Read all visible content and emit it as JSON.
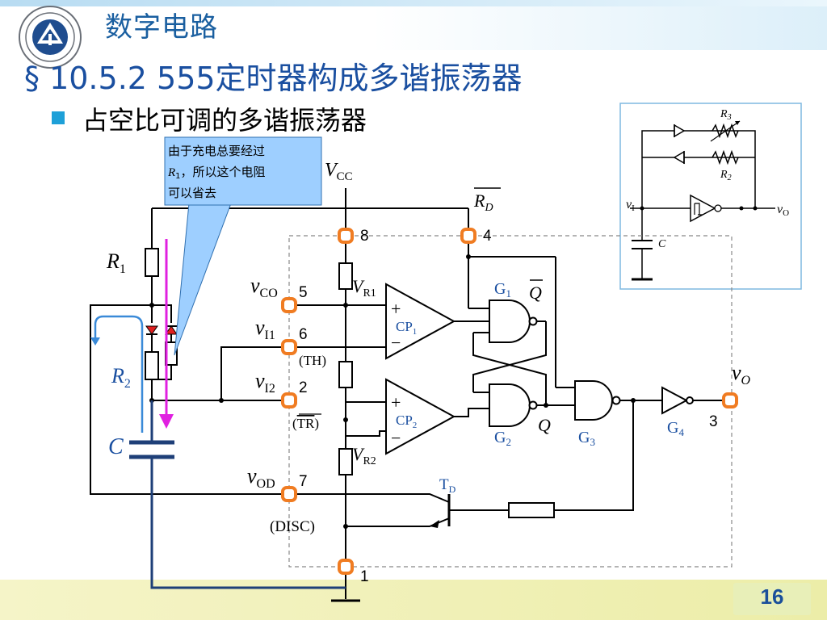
{
  "header": {
    "course_title": "数字电路",
    "section_title": "§ 10.5.2  555定时器构成多谐振荡器",
    "bullet": "占空比可调的多谐振荡器"
  },
  "callout": {
    "line1": "由于充电总要经过",
    "line2_var": "R",
    "line2_sub": "1",
    "line2_rest": "，所以这个电阻",
    "line3": "可以省去"
  },
  "labels": {
    "vcc_main": "V",
    "vcc_sub": "CC",
    "rd_main": "R",
    "rd_sub": "D",
    "r1_main": "R",
    "r1_sub": "1",
    "r2_main": "R",
    "r2_sub": "2",
    "c": "C",
    "vco_main": "v",
    "vco_sub": "CO",
    "vi1_main": "v",
    "vi1_sub": "I1",
    "vi2_main": "v",
    "vi2_sub": "I2",
    "vod_main": "v",
    "vod_sub": "OD",
    "vo_main": "v",
    "vo_sub": "O",
    "vr1_main": "V",
    "vr1_sub": "R1",
    "vr2_main": "V",
    "vr2_sub": "R2",
    "th": "(TH)",
    "tr_open": "(",
    "tr_text": "TR",
    "tr_close": ")",
    "disc": "(DISC)",
    "cp1_main": "CP",
    "cp1_sub": "1",
    "cp2_main": "CP",
    "cp2_sub": "2",
    "plus": "+",
    "minus": "−",
    "g1_main": "G",
    "g1_sub": "1",
    "g2_main": "G",
    "g2_sub": "2",
    "g3_main": "G",
    "g3_sub": "3",
    "g4_main": "G",
    "g4_sub": "4",
    "qbar": "Q",
    "q": "Q",
    "td_main": "T",
    "td_sub": "D"
  },
  "pins": {
    "p8": "8",
    "p4": "4",
    "p5": "5",
    "p6": "6",
    "p2": "2",
    "p7": "7",
    "p1": "1",
    "p3": "3"
  },
  "inset": {
    "r3_main": "R",
    "r3_sub": "3",
    "r2_main": "R",
    "r2_sub": "2",
    "vi_main": "v",
    "vi_sub": "I",
    "vo_main": "v",
    "vo_sub": "O",
    "c": "C"
  },
  "footer": {
    "page_number": "16"
  },
  "colors": {
    "accent_blue": "#1a4fa0",
    "pin_orange": "#f07c22",
    "discharge_wire": "#1e3f78",
    "charge_arrow": "#e020e0",
    "callout_fill": "#9ecfff",
    "diode_red": "#e02020"
  },
  "icons": {
    "logo": "university-seal-icon",
    "bullet": "square-bullet-icon"
  }
}
